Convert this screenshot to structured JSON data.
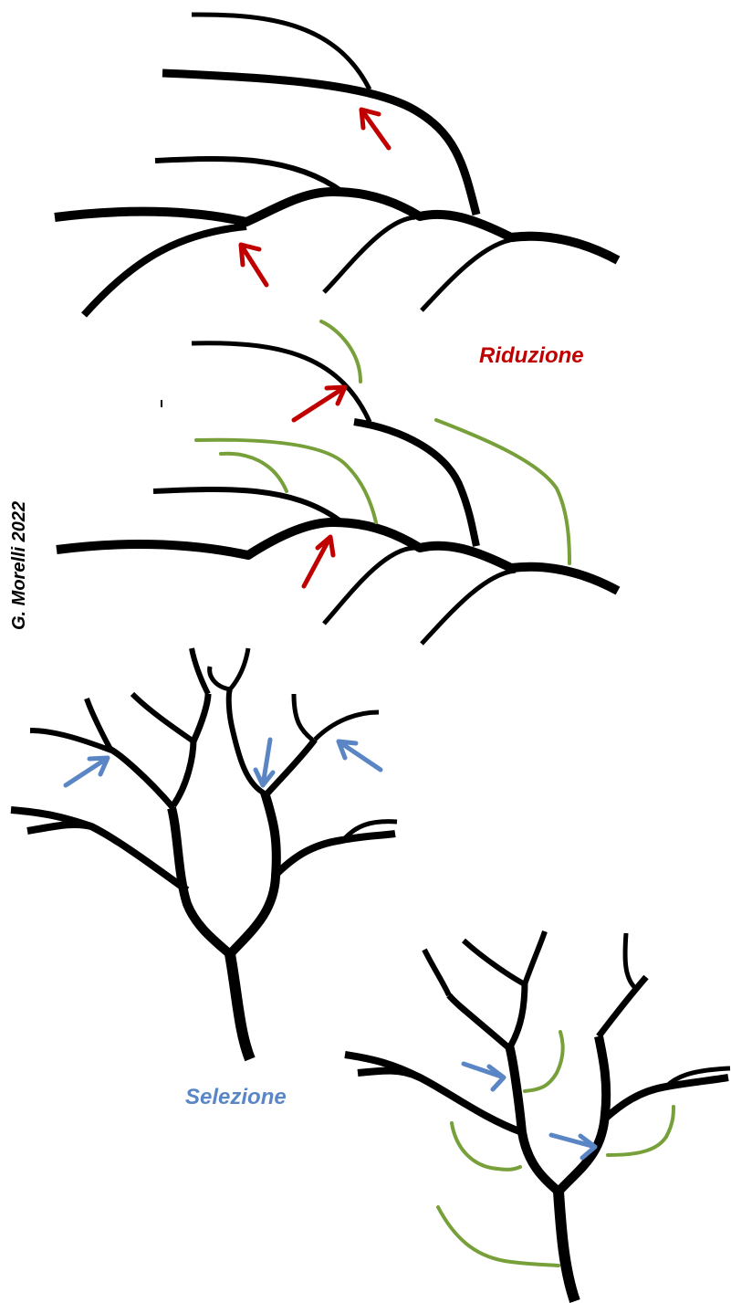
{
  "labels": {
    "reduction": "Riduzione",
    "selection": "Selezione",
    "author": "G. Morelli 2022"
  },
  "colors": {
    "reduction": "#c00000",
    "selection": "#5b86c5",
    "regrowth": "#77a03a",
    "branch": "#000000"
  }
}
